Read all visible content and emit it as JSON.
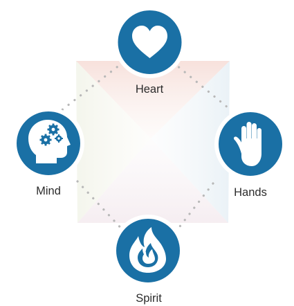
{
  "diagram": {
    "accent_color": "#1a70a5",
    "nodes": [
      {
        "id": "heart",
        "label": "Heart",
        "icon": "heart-icon"
      },
      {
        "id": "mind",
        "label": "Mind",
        "icon": "head-gears-icon"
      },
      {
        "id": "hands",
        "label": "Hands",
        "icon": "raised-hand-icon"
      },
      {
        "id": "spirit",
        "label": "Spirit",
        "icon": "flame-icon"
      }
    ]
  }
}
